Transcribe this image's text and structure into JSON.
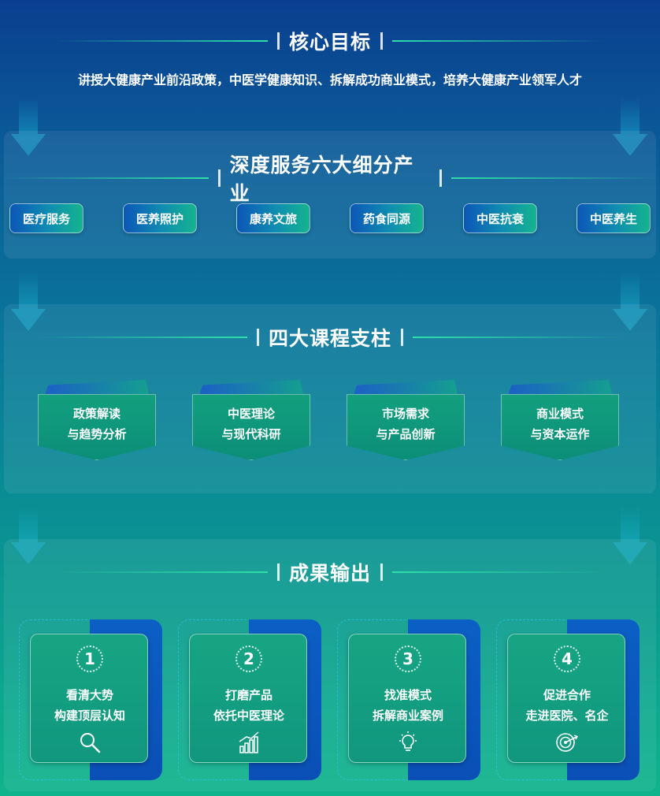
{
  "core": {
    "title": "核心目标",
    "description": "讲授大健康产业前沿政策，中医学健康知识、拆解成功商业模式，培养大健康产业领军人才"
  },
  "industries": {
    "title": "深度服务六大细分产业",
    "items": [
      "医疗服务",
      "医养照护",
      "康养文旅",
      "药食同源",
      "中医抗衰",
      "中医养生"
    ]
  },
  "pillars": {
    "title": "四大课程支柱",
    "items": [
      {
        "line1": "政策解读",
        "line2": "与趋势分析"
      },
      {
        "line1": "中医理论",
        "line2": "与现代科研"
      },
      {
        "line1": "市场需求",
        "line2": "与产品创新"
      },
      {
        "line1": "商业模式",
        "line2": "与资本运作"
      }
    ]
  },
  "outcomes": {
    "title": "成果输出",
    "items": [
      {
        "num": "1",
        "line1": "看清大势",
        "line2": "构建顶层认知",
        "icon": "magnifier-icon"
      },
      {
        "num": "2",
        "line1": "打磨产品",
        "line2": "依托中医理论",
        "icon": "growth-chart-icon"
      },
      {
        "num": "3",
        "line1": "找准模式",
        "line2": "拆解商业案例",
        "icon": "lightbulb-icon"
      },
      {
        "num": "4",
        "line1": "促进合作",
        "line2": "走进医院、名企",
        "icon": "target-icon"
      }
    ]
  }
}
